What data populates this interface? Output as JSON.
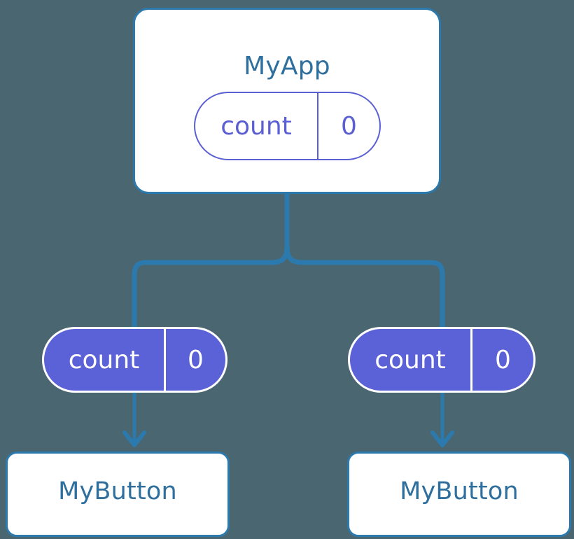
{
  "diagram": {
    "title_text": "MyApp",
    "background_color": "#4a6670",
    "wire_color": "#2c7aad",
    "component_border_color": "#2c7aad",
    "component_text_color": "#2e6f9e",
    "state_accent_color": "#5b61d6",
    "root": {
      "component_label": "MyApp",
      "state": {
        "key": "count",
        "value": "0"
      }
    },
    "children": [
      {
        "state": {
          "key": "count",
          "value": "0"
        },
        "component_label": "MyButton"
      },
      {
        "state": {
          "key": "count",
          "value": "0"
        },
        "component_label": "MyButton"
      }
    ]
  }
}
